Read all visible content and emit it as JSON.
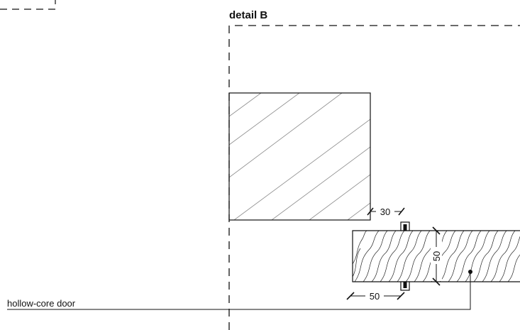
{
  "detail": {
    "title": "detail B"
  },
  "dimensions": {
    "gap": "30",
    "door_thickness": "50",
    "batten_width": "50"
  },
  "annotations": {
    "door_label": "hollow-core door"
  },
  "colors": {
    "line": "#111111",
    "background": "#ffffff"
  }
}
